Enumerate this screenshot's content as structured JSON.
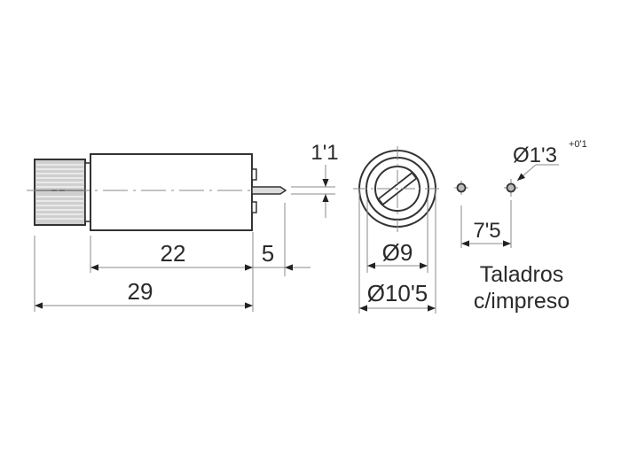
{
  "diagram": {
    "type": "technical-drawing",
    "subject": "panel-mount fuse holder",
    "colors": {
      "outline": "#333333",
      "dimension_line": "#8a8a8a",
      "text": "#2a2a2a",
      "knurl_fill": "#c8c8c8",
      "background": "#ffffff"
    },
    "side_view": {
      "dimensions": {
        "body_length": "22",
        "pin_length": "5",
        "total_length": "29",
        "pin_diameter": "1'1"
      }
    },
    "front_view": {
      "dimensions": {
        "inner_diameter": "Ø9",
        "outer_diameter": "Ø10'5"
      }
    },
    "pcb_holes": {
      "hole_diameter": "Ø1'3",
      "hole_tolerance": "+0'1",
      "hole_spacing": "7'5",
      "caption_line1": "Taladros",
      "caption_line2": "c/impreso"
    }
  }
}
